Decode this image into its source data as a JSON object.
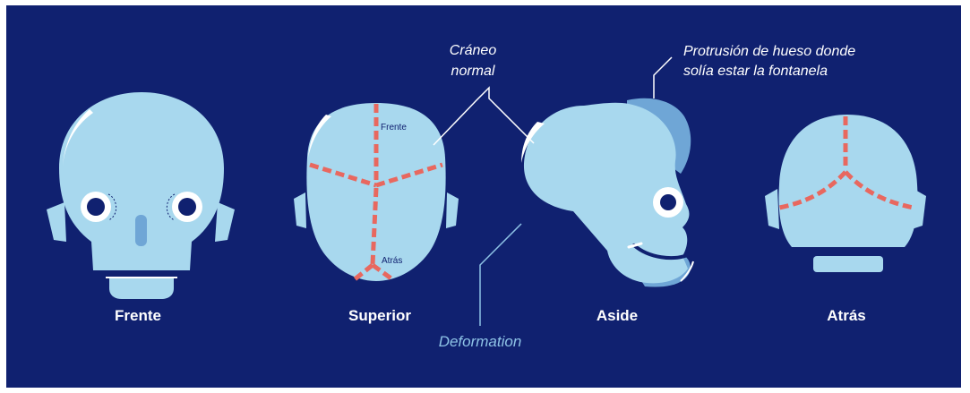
{
  "colors": {
    "background": "#102170",
    "skull": "#a8d8ee",
    "skull_shadow": "#6fa6d6",
    "highlight": "#ffffff",
    "suture": "#e8685f",
    "dark": "#102170",
    "deformation_text": "#8ec3e6"
  },
  "views": {
    "front": {
      "label": "Frente"
    },
    "top": {
      "label": "Superior",
      "front_marker": "Frente",
      "back_marker": "Atrás"
    },
    "side": {
      "label": "Aside"
    },
    "back": {
      "label": "Atrás"
    }
  },
  "callouts": {
    "normal_skull": {
      "line1": "Cráneo",
      "line2": "normal"
    },
    "bone_protrusion": {
      "line1": "Protrusión de hueso donde",
      "line2": "solía estar la fontanela"
    },
    "deformation": "Deformation"
  }
}
